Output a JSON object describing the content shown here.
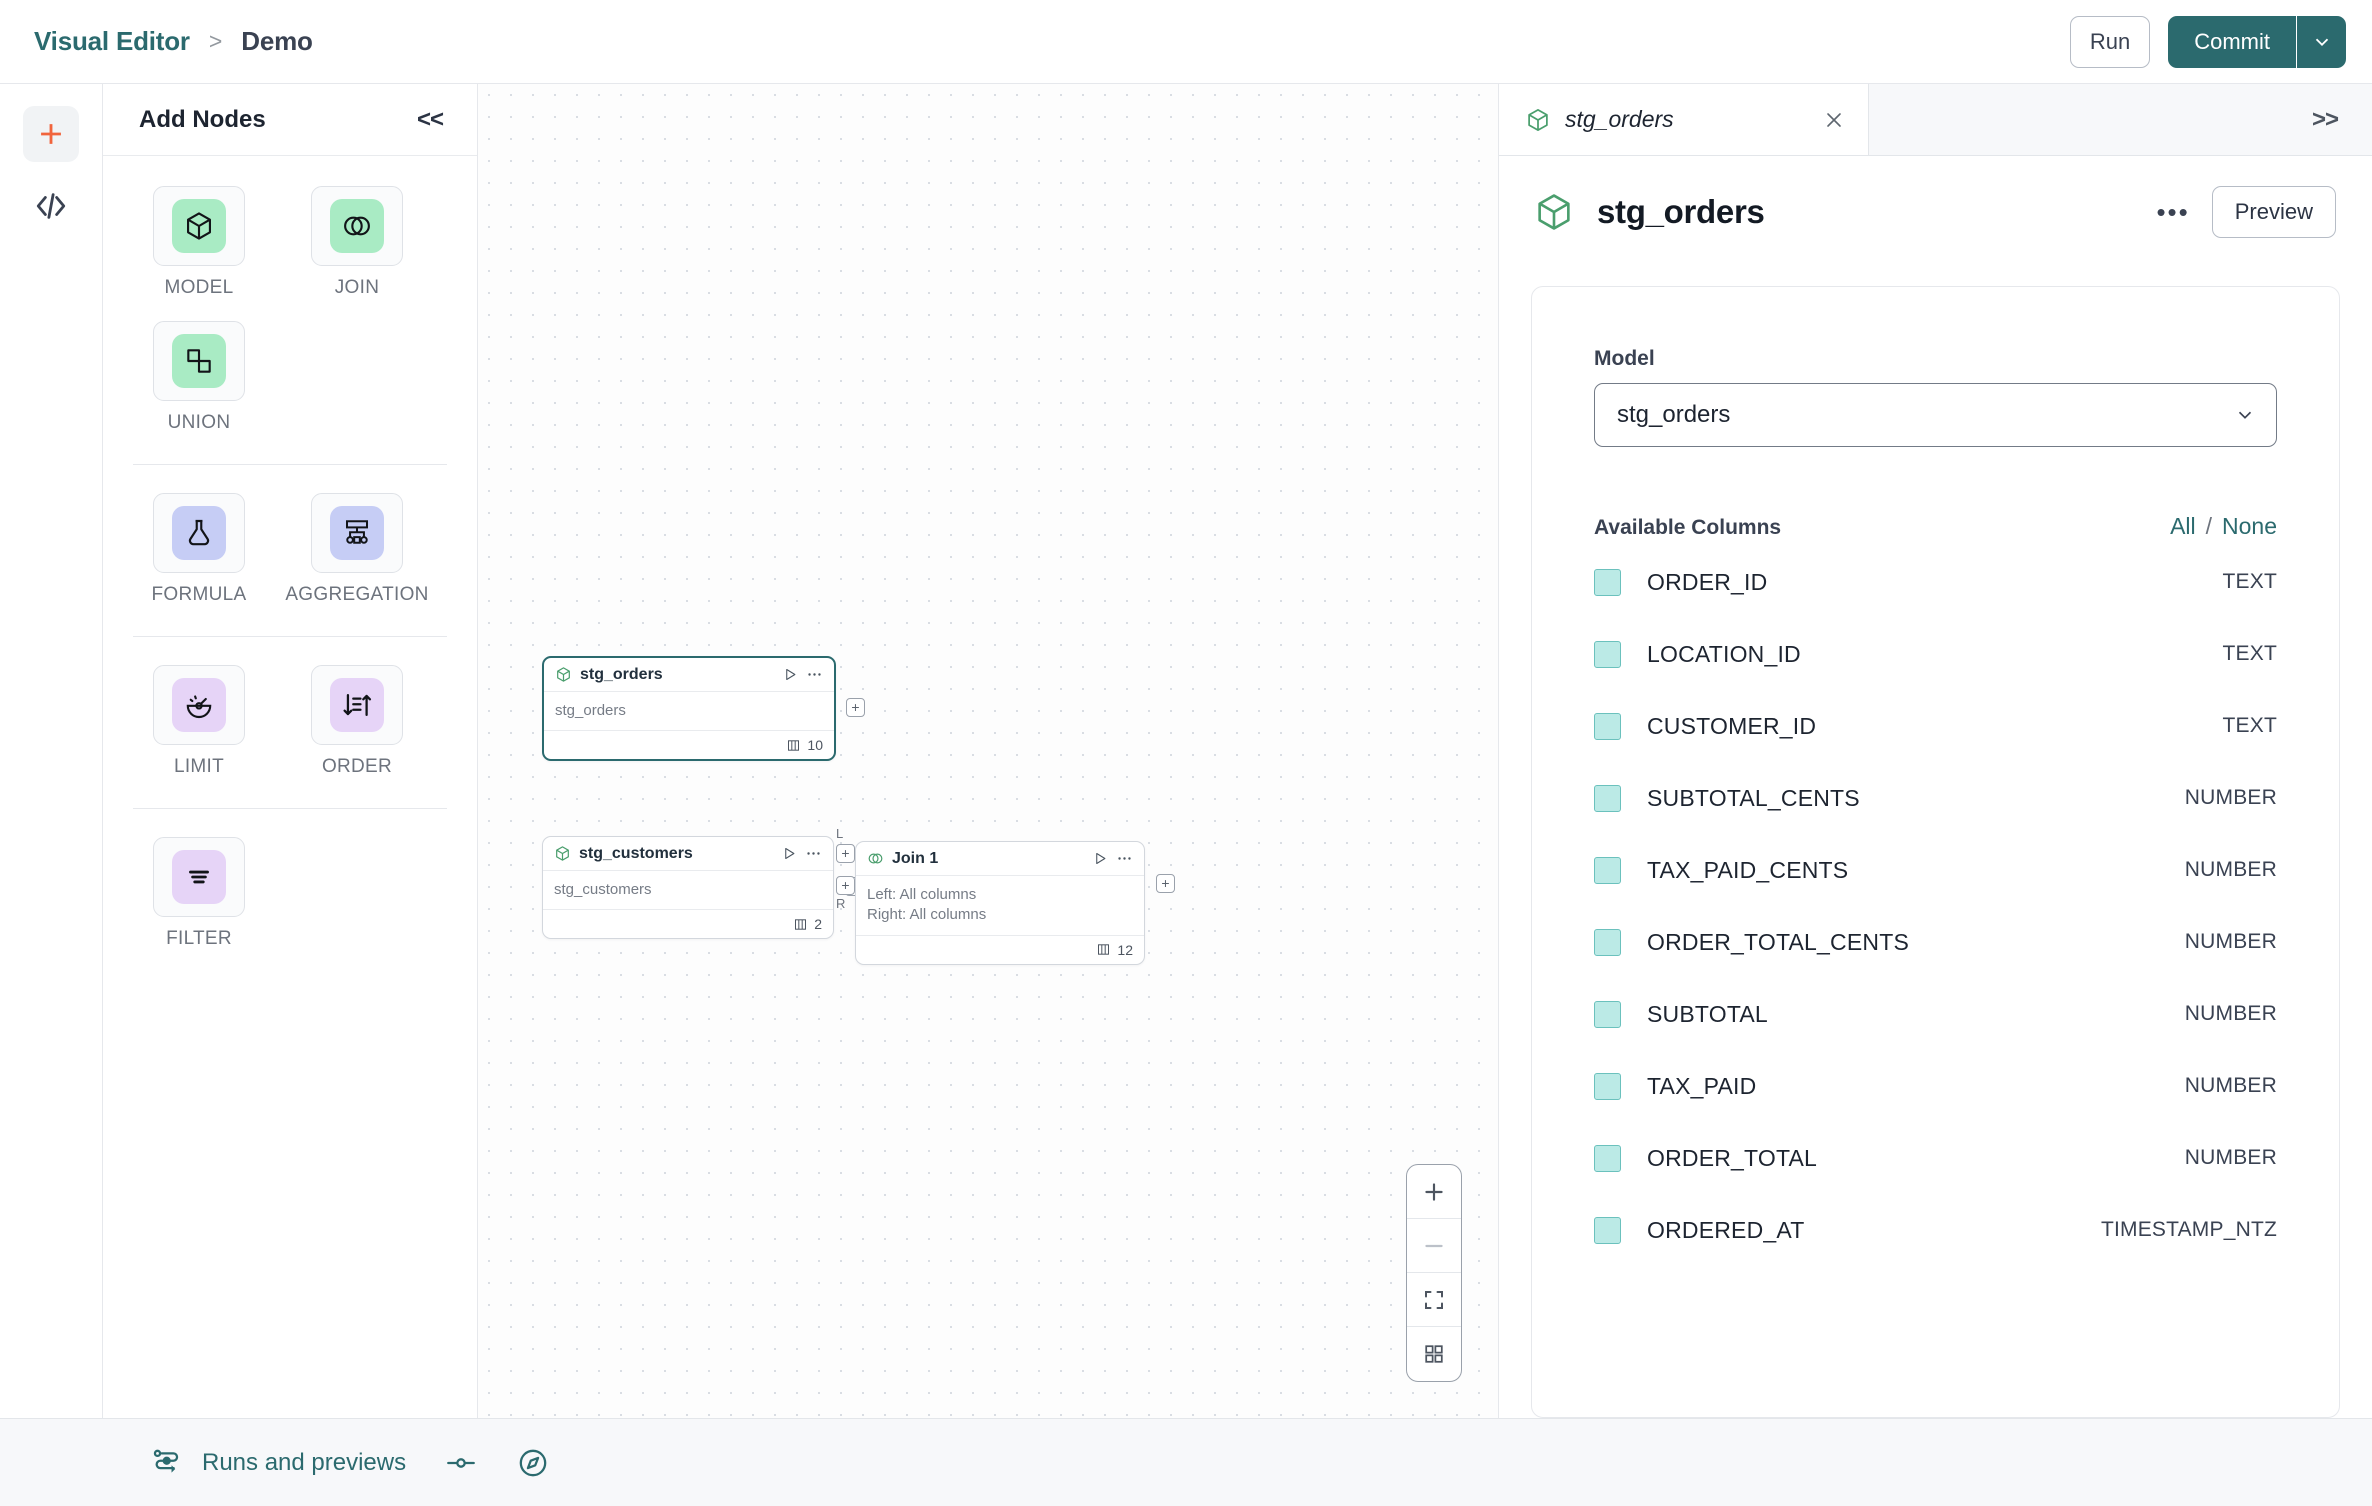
{
  "topbar": {
    "breadcrumb": {
      "root": "Visual Editor",
      "separator": ">",
      "current": "Demo"
    },
    "run_label": "Run",
    "commit_label": "Commit",
    "accent_color": "#2b6a6e"
  },
  "rail": {
    "add_icon": "plus-icon",
    "add_color": "#f1643c",
    "code_icon": "code-icon"
  },
  "nodes_panel": {
    "title": "Add Nodes",
    "collapse_label": "<<",
    "groups": [
      {
        "items": [
          {
            "label": "MODEL",
            "icon": "cube-icon",
            "tone": "green"
          },
          {
            "label": "JOIN",
            "icon": "venn-icon",
            "tone": "green"
          },
          {
            "label": "UNION",
            "icon": "union-icon",
            "tone": "green"
          }
        ]
      },
      {
        "items": [
          {
            "label": "FORMULA",
            "icon": "flask-icon",
            "tone": "blue"
          },
          {
            "label": "AGGREGATION",
            "icon": "aggregation-icon",
            "tone": "blue"
          }
        ]
      },
      {
        "items": [
          {
            "label": "LIMIT",
            "icon": "limit-icon",
            "tone": "purple"
          },
          {
            "label": "ORDER",
            "icon": "order-icon",
            "tone": "purple"
          }
        ]
      },
      {
        "items": [
          {
            "label": "FILTER",
            "icon": "filter-icon",
            "tone": "purple"
          }
        ]
      }
    ]
  },
  "canvas": {
    "nodes": [
      {
        "id": "stg_orders",
        "title": "stg_orders",
        "icon": "cube-icon",
        "body_lines": [
          "stg_orders"
        ],
        "column_count": "10",
        "selected": true
      },
      {
        "id": "stg_customers",
        "title": "stg_customers",
        "icon": "cube-icon",
        "body_lines": [
          "stg_customers"
        ],
        "column_count": "2",
        "selected": false
      },
      {
        "id": "join_1",
        "title": "Join 1",
        "icon": "venn-icon",
        "body_lines": [
          "Left: All columns",
          "Right: All columns"
        ],
        "column_count": "12",
        "selected": false,
        "input_ports": [
          "L",
          "R"
        ]
      }
    ],
    "port_glyph": "+",
    "zoom_controls": [
      {
        "name": "zoom-in-icon",
        "glyph": "+"
      },
      {
        "name": "zoom-out-icon",
        "glyph": "-"
      },
      {
        "name": "fit-view-icon",
        "glyph": "fit"
      },
      {
        "name": "layout-grid-icon",
        "glyph": "grid"
      }
    ]
  },
  "right_panel": {
    "tab": {
      "label": "stg_orders",
      "icon": "cube-icon",
      "close_icon": "close-icon"
    },
    "expand_label": ">>",
    "header": {
      "title": "stg_orders",
      "icon": "cube-icon",
      "menu_label": "•••",
      "preview_label": "Preview"
    },
    "model_field": {
      "label": "Model",
      "value": "stg_orders"
    },
    "columns_section": {
      "title": "Available Columns",
      "all_label": "All",
      "separator": "/",
      "none_label": "None",
      "rows": [
        {
          "name": "ORDER_ID",
          "type": "TEXT",
          "checked": true
        },
        {
          "name": "LOCATION_ID",
          "type": "TEXT",
          "checked": true
        },
        {
          "name": "CUSTOMER_ID",
          "type": "TEXT",
          "checked": true
        },
        {
          "name": "SUBTOTAL_CENTS",
          "type": "NUMBER",
          "checked": true
        },
        {
          "name": "TAX_PAID_CENTS",
          "type": "NUMBER",
          "checked": true
        },
        {
          "name": "ORDER_TOTAL_CENTS",
          "type": "NUMBER",
          "checked": true
        },
        {
          "name": "SUBTOTAL",
          "type": "NUMBER",
          "checked": true
        },
        {
          "name": "TAX_PAID",
          "type": "NUMBER",
          "checked": true
        },
        {
          "name": "ORDER_TOTAL",
          "type": "NUMBER",
          "checked": true
        },
        {
          "name": "ORDERED_AT",
          "type": "TIMESTAMP_NTZ",
          "checked": true
        }
      ]
    }
  },
  "footer": {
    "runs_label": "Runs and previews",
    "runs_icon": "runs-flow-icon",
    "toggle_icon": "slider-toggle-icon",
    "compass_icon": "compass-icon"
  }
}
